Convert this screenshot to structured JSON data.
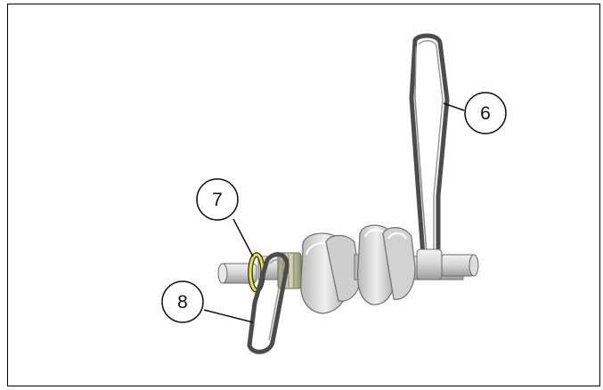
{
  "figure": {
    "callouts": [
      {
        "id": "callout-6",
        "label": "6"
      },
      {
        "id": "callout-7",
        "label": "7"
      },
      {
        "id": "callout-8",
        "label": "8"
      }
    ]
  },
  "colors": {
    "crank_metal": "#d4d4d4",
    "crank_shadow": "#9a9a9a",
    "belt": "#5a5a5a",
    "o_ring": "#e6e33a",
    "frame": "#000000"
  }
}
